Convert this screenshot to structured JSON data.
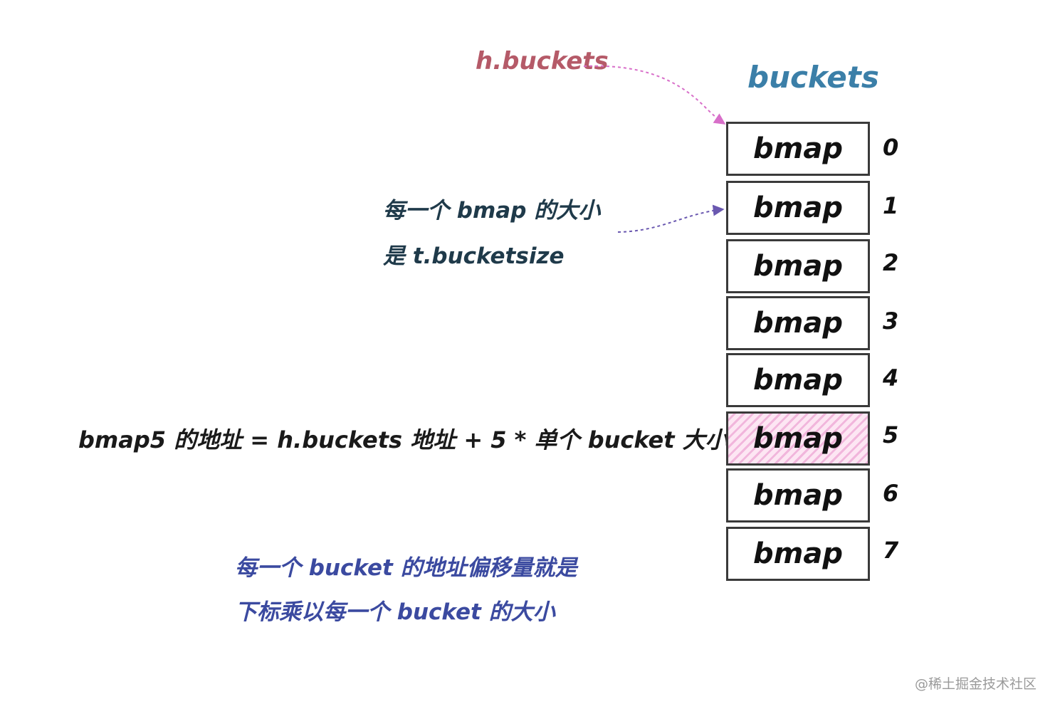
{
  "labels": {
    "h_buckets": "h.buckets",
    "buckets_title": "buckets",
    "note_size_line1": "每一个 bmap 的大小",
    "note_size_line2": "是 t.bucketsize",
    "formula": "bmap5 的地址 =  h.buckets 地址 + 5 * 单个 bucket 大小",
    "note_offset_line1": "每一个 bucket 的地址偏移量就是",
    "note_offset_line2": "下标乘以每一个 bucket 的大小",
    "watermark": "@稀土掘金技术社区"
  },
  "buckets": [
    {
      "label": "bmap",
      "index": "0",
      "highlighted": false
    },
    {
      "label": "bmap",
      "index": "1",
      "highlighted": false
    },
    {
      "label": "bmap",
      "index": "2",
      "highlighted": false
    },
    {
      "label": "bmap",
      "index": "3",
      "highlighted": false
    },
    {
      "label": "bmap",
      "index": "4",
      "highlighted": false
    },
    {
      "label": "bmap",
      "index": "5",
      "highlighted": true
    },
    {
      "label": "bmap",
      "index": "6",
      "highlighted": false
    },
    {
      "label": "bmap",
      "index": "7",
      "highlighted": false
    }
  ],
  "colors": {
    "h_buckets": "#b55a68",
    "buckets_title": "#3b7fa8",
    "note_size": "#1f3a4a",
    "note_offset": "#3b4aa0",
    "arrow_h_buckets": "#d86fc9",
    "arrow_size": "#6a58b0",
    "highlight": "#f1b6dc"
  }
}
